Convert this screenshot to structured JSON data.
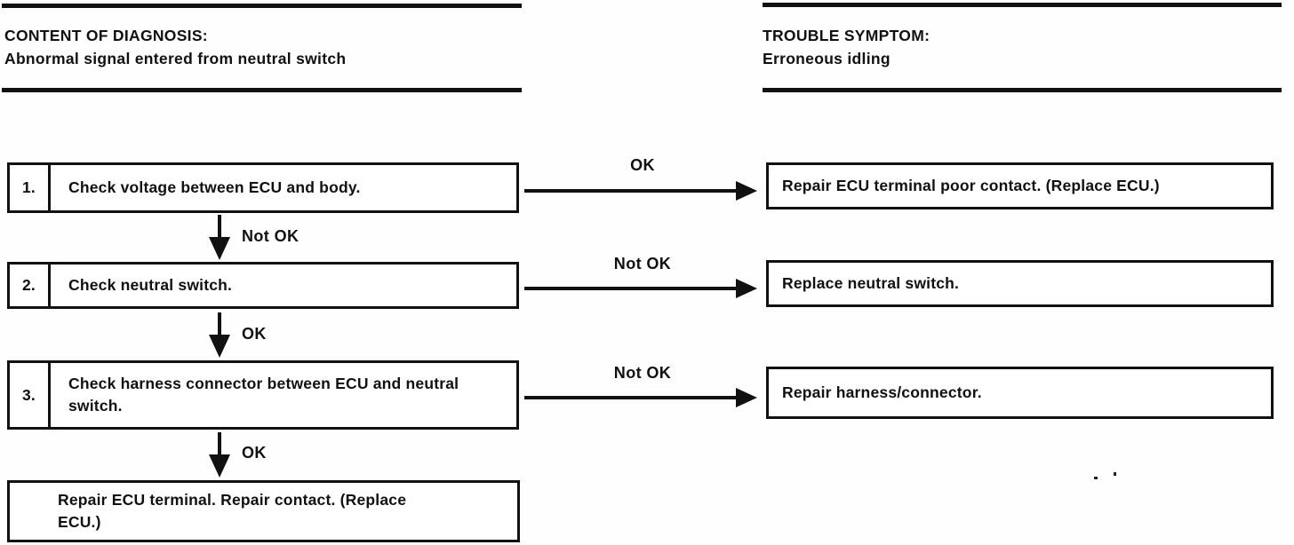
{
  "page": {
    "background": "#ffffff",
    "ink": "#111111"
  },
  "headers": {
    "left": {
      "title": "CONTENT OF DIAGNOSIS:",
      "subtitle": "Abnormal signal entered from neutral switch"
    },
    "right": {
      "title": "TROUBLE SYMPTOM:",
      "subtitle": "Erroneous idling"
    }
  },
  "flowchart": {
    "steps": [
      {
        "number": "1.",
        "text": "Check voltage between ECU and body."
      },
      {
        "number": "2.",
        "text": "Check neutral switch."
      },
      {
        "number": "3.",
        "text": "Check harness connector between ECU and neutral switch."
      }
    ],
    "final_step": {
      "text": "Repair ECU terminal. Repair contact. (Replace ECU.)"
    },
    "results": [
      {
        "text": "Repair ECU terminal poor contact. (Replace ECU.)"
      },
      {
        "text": "Replace neutral switch."
      },
      {
        "text": "Repair harness/connector."
      }
    ],
    "horizontal_arrows": [
      {
        "label": "OK"
      },
      {
        "label": "Not OK"
      },
      {
        "label": "Not OK"
      }
    ],
    "vertical_arrows": [
      {
        "label": "Not OK"
      },
      {
        "label": "OK"
      },
      {
        "label": "OK"
      }
    ]
  }
}
